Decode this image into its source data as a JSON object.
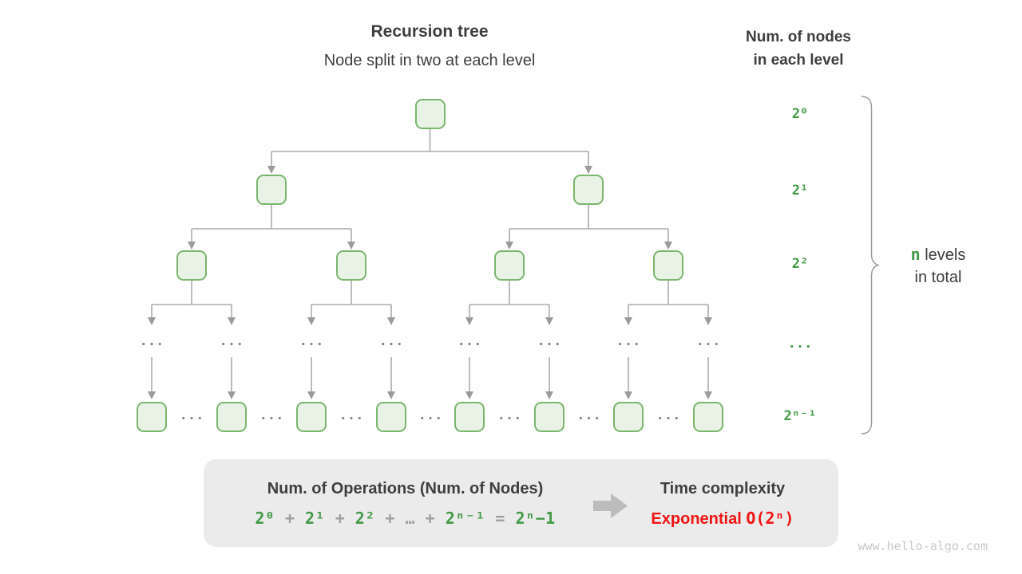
{
  "header": {
    "title": "Recursion tree",
    "subtitle": "Node split in two at each level"
  },
  "nodes_header": {
    "line1": "Num. of nodes",
    "line2": "in each level"
  },
  "level_labels": [
    "2⁰",
    "2¹",
    "2²",
    "...",
    "2ⁿ⁻¹"
  ],
  "tree": {
    "mid_ellipsis": "...",
    "bottom_ellipsis": "..."
  },
  "brace_note": {
    "highlight": "n",
    "line1_rest": " levels",
    "line2": "in total"
  },
  "summary": {
    "operations_title": "Num. of Operations (Num. of Nodes)",
    "formula": [
      {
        "text": "2⁰",
        "color": "green"
      },
      {
        "text": "+",
        "color": "gray"
      },
      {
        "text": "2¹",
        "color": "green"
      },
      {
        "text": "+",
        "color": "gray"
      },
      {
        "text": "2²",
        "color": "green"
      },
      {
        "text": "+",
        "color": "gray"
      },
      {
        "text": "…",
        "color": "gray"
      },
      {
        "text": "+",
        "color": "gray"
      },
      {
        "text": "2ⁿ⁻¹",
        "color": "green"
      },
      {
        "text": "=",
        "color": "gray"
      },
      {
        "text": "2ⁿ−1",
        "color": "green"
      }
    ],
    "arrow_icon": "right-block-arrow",
    "time_title": "Time complexity",
    "complexity_label": "Exponential",
    "complexity_value": "O(2ⁿ)"
  },
  "watermark": "www.hello-algo.com",
  "colors": {
    "node_fill": "#e9f3e5",
    "node_border": "#7ab66e",
    "connector_line": "#ababab",
    "arrowhead": "#9b9b9b",
    "green_text": "#429a46",
    "dark_text": "#3e3e3e",
    "gray_text": "#9e9e9e",
    "red_text": "#f01414",
    "box_bg": "#ebebeb",
    "dots": "#8a8a8a",
    "watermark": "#c9c9c9"
  }
}
